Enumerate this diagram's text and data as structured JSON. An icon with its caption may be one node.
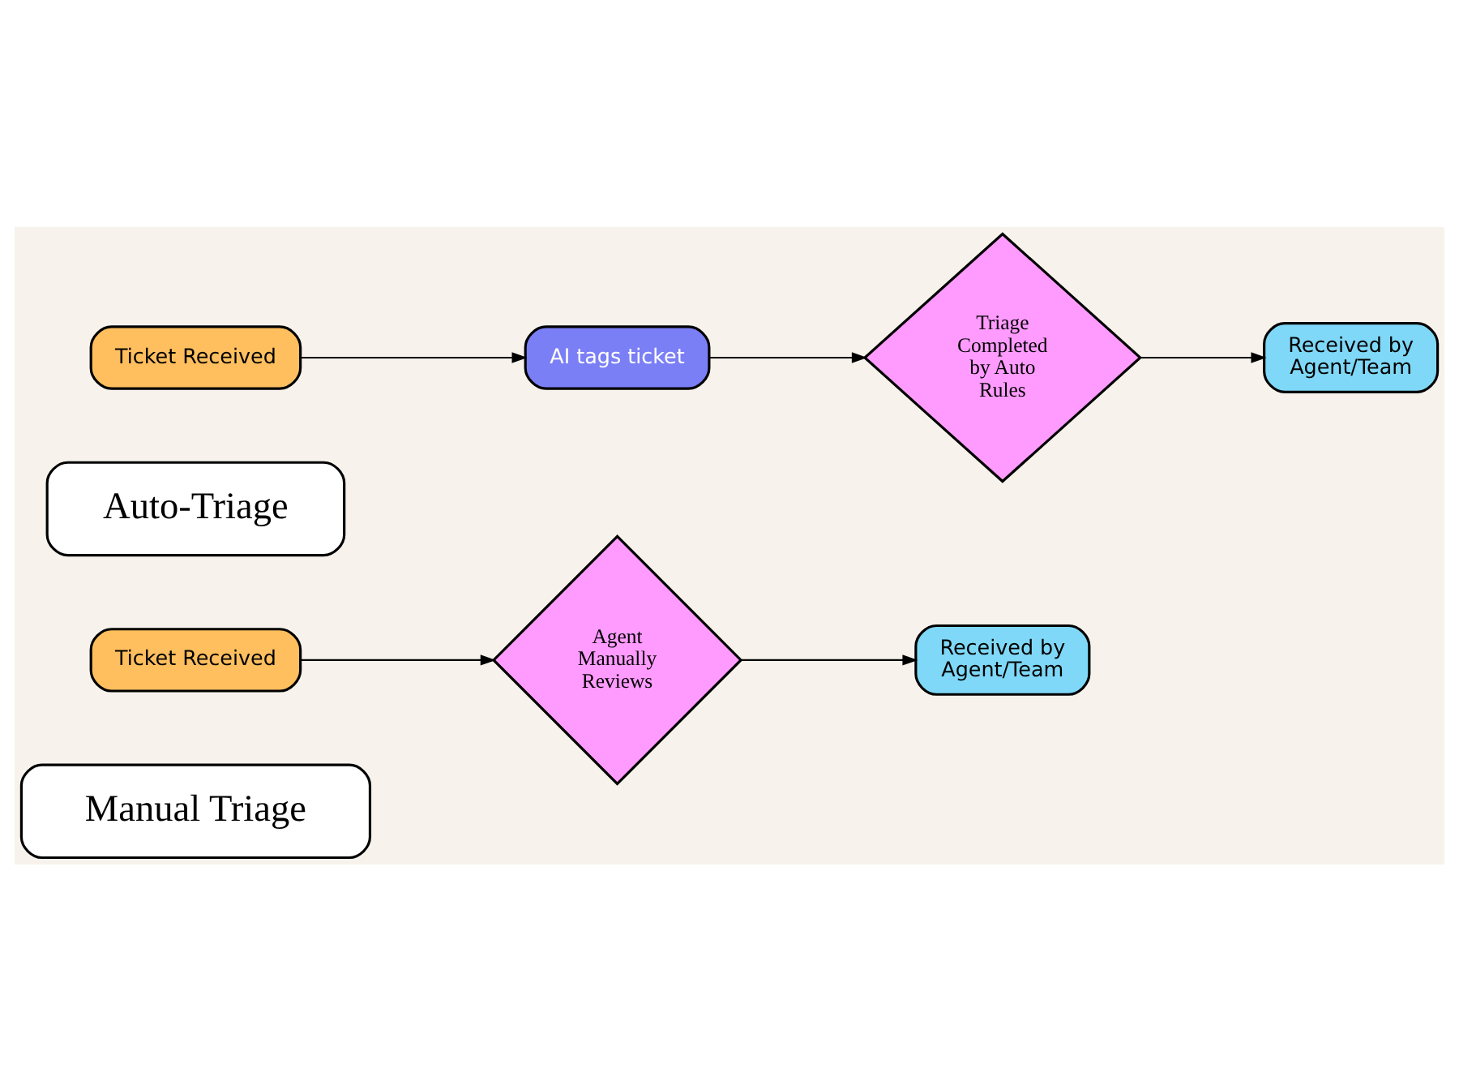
{
  "diagram": {
    "nodes": [
      {
        "text": [
          "Manual Triage"
        ]
      },
      {
        "text": [
          "Ticket Received"
        ]
      },
      {
        "text": [
          "Agent Manually Reviews"
        ]
      },
      {
        "text": [
          "Received by Agent/Team"
        ]
      },
      {
        "text": [
          "Auto-Triage"
        ]
      },
      {
        "text": [
          "Ticket Received"
        ]
      },
      {
        "text": [
          "AI tags ticket"
        ]
      },
      {
        "text": [
          "Triage Completed by Auto Rules"
        ]
      },
      {
        "text": [
          "Received by Agent/Team"
        ]
      }
    ],
    "edges": [
      {
        "from": 1,
        "to": 2,
        "arrow": "to"
      },
      {
        "from": 2,
        "to": 3,
        "arrow": "to"
      },
      {
        "from": 5,
        "to": 6,
        "arrow": "to"
      },
      {
        "from": 6,
        "to": 7,
        "arrow": "to"
      },
      {
        "from": 7,
        "to": 8,
        "arrow": "to"
      }
    ]
  }
}
